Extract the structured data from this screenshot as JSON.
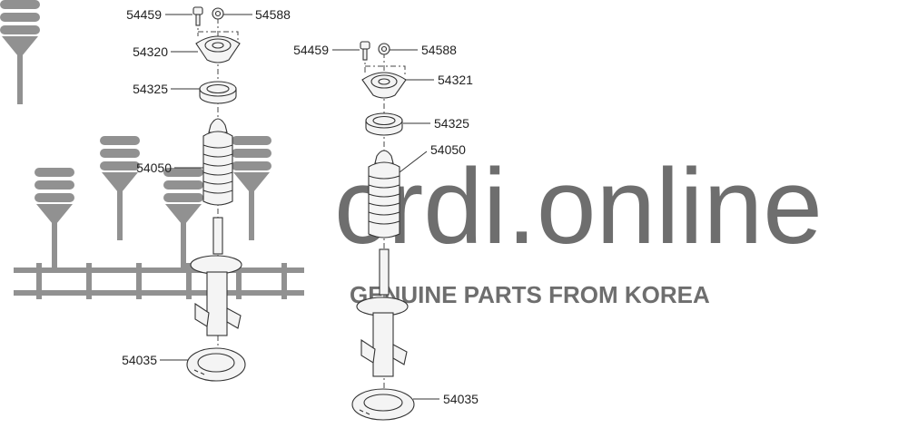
{
  "watermark": {
    "brand": "crdi.online",
    "tagline": "GENUINE PARTS FROM KOREA"
  },
  "left_assembly": {
    "labels": {
      "bolt": "54459",
      "nut": "54588",
      "mount": "54320",
      "bearing": "54325",
      "boot": "54050",
      "spring_pad": "54035"
    }
  },
  "right_assembly": {
    "labels": {
      "bolt": "54459",
      "nut": "54588",
      "mount": "54321",
      "bearing": "54325",
      "boot": "54050",
      "spring_pad": "54035"
    }
  }
}
